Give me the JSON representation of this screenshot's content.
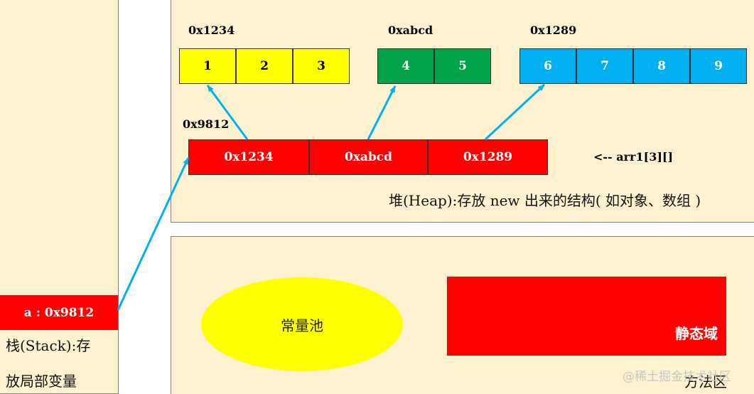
{
  "heap": {
    "arr_yellow": {
      "address": "0x1234",
      "values": [
        "1",
        "2",
        "3"
      ]
    },
    "arr_green": {
      "address": "0xabcd",
      "values": [
        "4",
        "5"
      ]
    },
    "arr_blue": {
      "address": "0x1289",
      "values": [
        "6",
        "7",
        "8",
        "9"
      ]
    },
    "arr_outer": {
      "address": "0x9812",
      "values": [
        "0x1234",
        "0xabcd",
        "0x1289"
      ],
      "label": "<-- arr1[3][]"
    },
    "caption": "堆(Heap):存放 new 出来的结构( 如对象、数组 )"
  },
  "stack": {
    "variable": "a : 0x9812",
    "caption_line1": "栈(Stack):存",
    "caption_line2": "放局部变量"
  },
  "method_area": {
    "constant_pool": "常量池",
    "static_area": "静态域",
    "caption": "方法区"
  },
  "watermark": "@稀土掘金技术社区",
  "colors": {
    "background": "#fdf2d0",
    "red": "#ff0000",
    "yellow": "#ffff00",
    "green": "#00a34a",
    "blue": "#00b0f0",
    "arrow": "#00b0f0"
  }
}
